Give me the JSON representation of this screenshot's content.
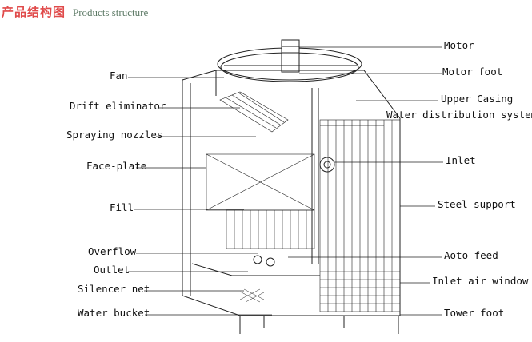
{
  "header": {
    "title_cn": "产品结构图",
    "title_en": "Products structure"
  },
  "labels_left": [
    "Fan",
    "Drift eliminator",
    "Spraying nozzles",
    "Face-plate",
    "Fill",
    "Overflow",
    "Outlet",
    "Silencer net",
    "Water bucket"
  ],
  "labels_right": [
    "Motor",
    "Motor foot",
    "Upper Casing",
    "Water distribution system",
    "Inlet",
    "Steel support",
    "Aoto-feed",
    "Inlet air window",
    "Tower foot"
  ]
}
